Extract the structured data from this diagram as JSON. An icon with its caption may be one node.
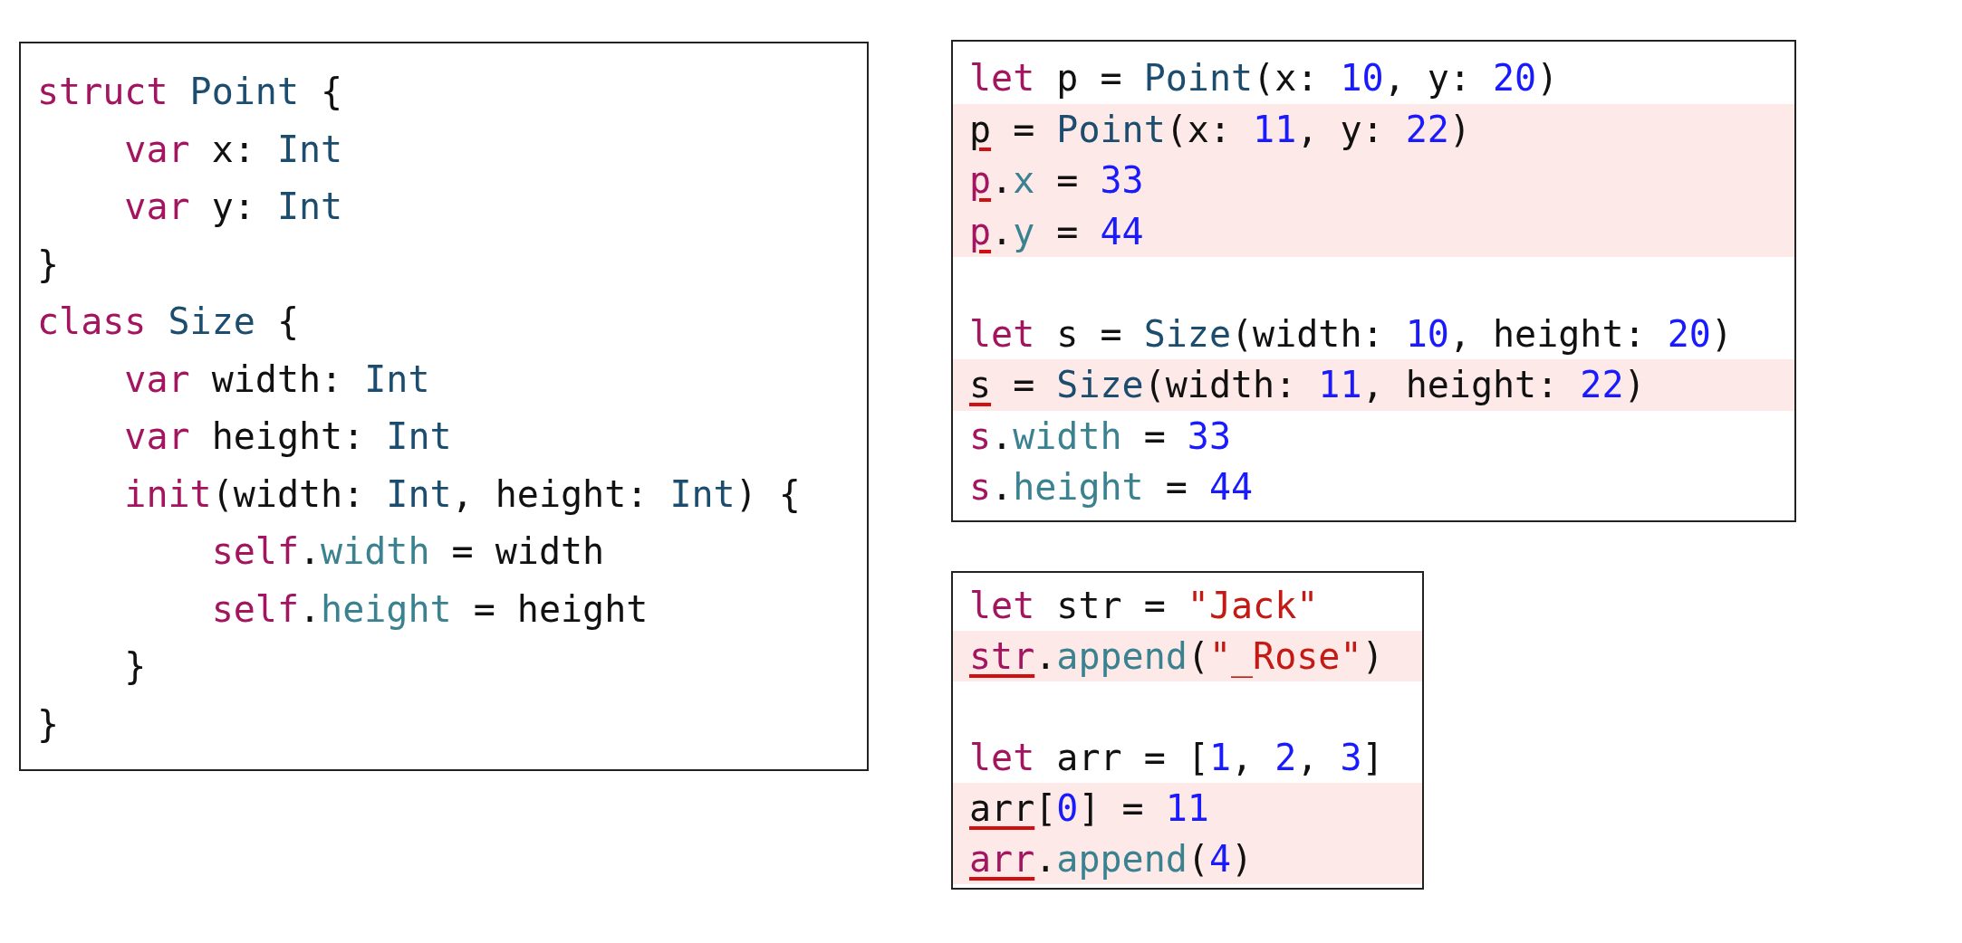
{
  "diagram": {
    "nodes": [
      {
        "text": [
          "struct Point {",
          "    var x: Int",
          "    var y: Int",
          "}",
          "class Size {",
          "    var width: Int",
          "    var height: Int",
          "    init(width: Int, height: Int) {",
          "        self.width = width",
          "        self.height = height",
          "    }",
          "}"
        ]
      },
      {
        "text": [
          "let p = Point(x: 10, y: 20)",
          "p = Point(x: 11, y: 22)",
          "p.x = 33",
          "p.y = 44",
          "let s = Size(width: 10, height: 20)",
          "s = Size(width: 11, height: 22)",
          "s.width = 33",
          "s.height = 44"
        ]
      },
      {
        "text": [
          "let str = \"Jack\"",
          "str.append(\"_Rose\")",
          "let arr = [1, 2, 3]",
          "arr[0] = 11",
          "arr.append(4)"
        ]
      }
    ]
  }
}
